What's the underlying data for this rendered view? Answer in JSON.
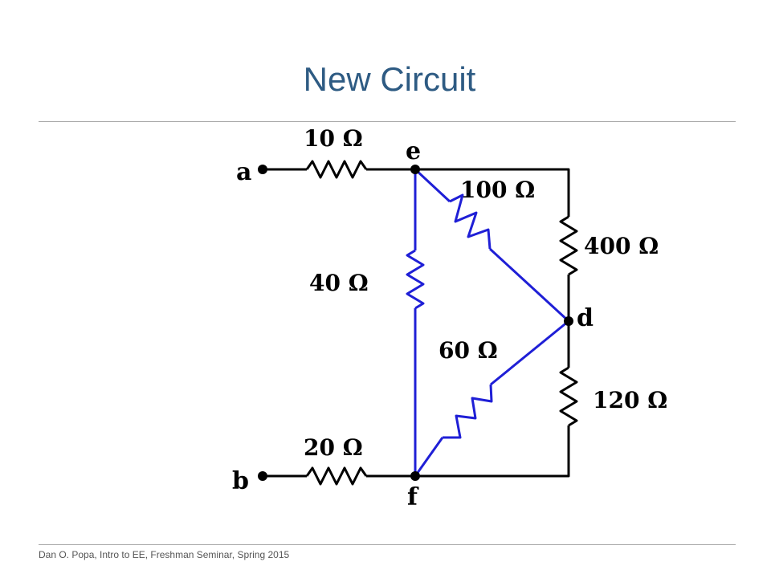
{
  "slide": {
    "title": "New Circuit",
    "footer": "Dan O. Popa, Intro to EE, Freshman Seminar, Spring 2015"
  },
  "colors": {
    "title": "#2e5b83",
    "black_wire": "#000000",
    "blue_wire": "#1f1fd6",
    "rule": "#a8a8a8"
  },
  "nodes": {
    "a": "a",
    "b": "b",
    "d": "d",
    "e": "e",
    "f": "f"
  },
  "resistors": {
    "r_ae": "10 Ω",
    "r_bf": "20 Ω",
    "r_ef": "40 Ω",
    "r_ed": "100 Ω",
    "r_fd": "60 Ω",
    "r_top_right": "400 Ω",
    "r_bottom_right": "120 Ω"
  }
}
